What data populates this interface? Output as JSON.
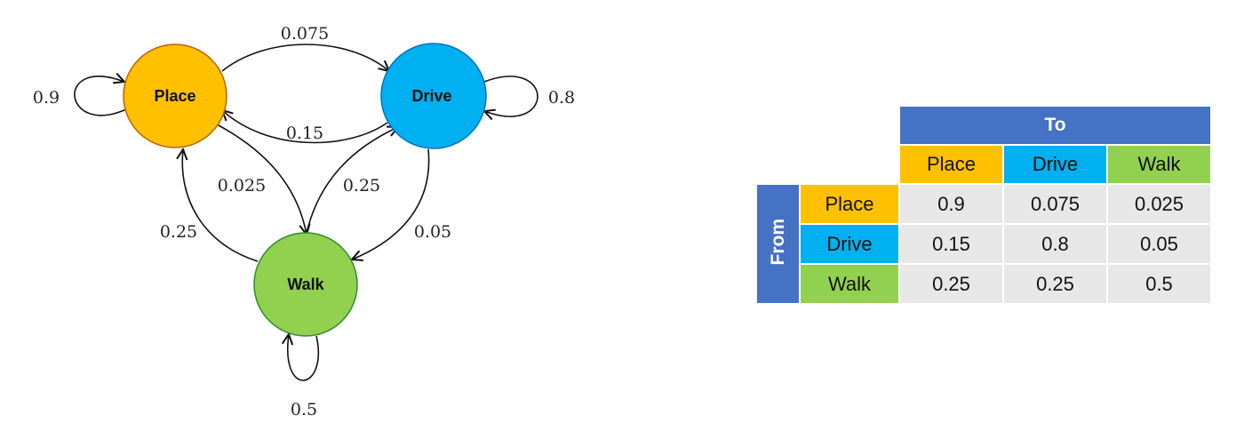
{
  "colors": {
    "place": "#ffc000",
    "drive": "#00b0f0",
    "walk": "#92d050",
    "header": "#4472c4",
    "cell": "#e7e7e7"
  },
  "diagram": {
    "nodes": {
      "place": "Place",
      "drive": "Drive",
      "walk": "Walk"
    },
    "edges": {
      "place_place": "0.9",
      "place_drive": "0.075",
      "drive_place": "0.15",
      "drive_drive": "0.8",
      "place_walk": "0.025",
      "walk_place": "0.25",
      "walk_drive": "0.25",
      "drive_walk": "0.05",
      "walk_walk": "0.5"
    }
  },
  "matrix": {
    "to_label": "To",
    "from_label": "From",
    "columns": [
      "Place",
      "Drive",
      "Walk"
    ],
    "rows": [
      {
        "label": "Place",
        "values": [
          "0.9",
          "0.075",
          "0.025"
        ]
      },
      {
        "label": "Drive",
        "values": [
          "0.15",
          "0.8",
          "0.05"
        ]
      },
      {
        "label": "Walk",
        "values": [
          "0.25",
          "0.25",
          "0.5"
        ]
      }
    ]
  }
}
